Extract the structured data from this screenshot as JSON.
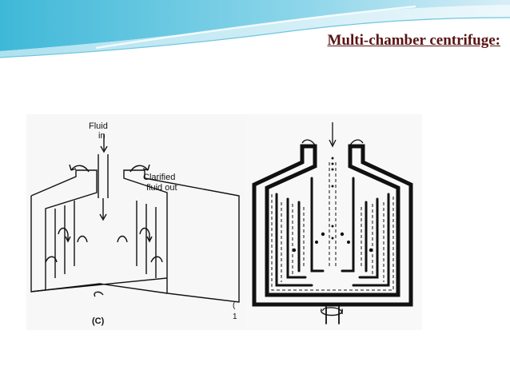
{
  "slide": {
    "title": "Multi-chamber centrifuge:"
  },
  "left_figure": {
    "label_in": "Fluid\nin",
    "label_out": "Clarified\nfluid out",
    "caption": "(C)",
    "edge_marks": [
      "(",
      "1"
    ]
  }
}
